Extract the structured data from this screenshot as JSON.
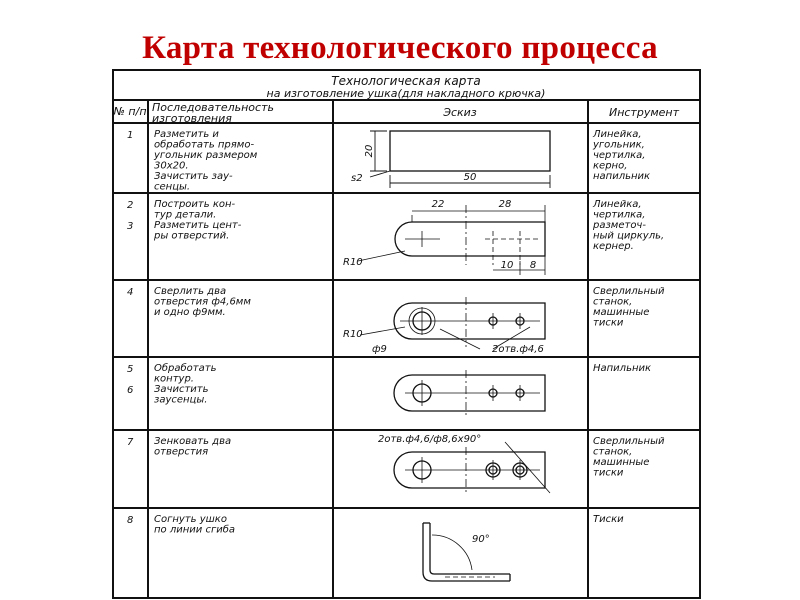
{
  "slide": {
    "title": "Карта технологического процесса"
  },
  "card": {
    "title_line1": "Технологическая карта",
    "title_line2": "на изготовление ушка(для накладного крючка)",
    "headers": {
      "num": "№ п/п",
      "ops": "Последовательность изготовления",
      "sketch": "Эскиз",
      "tools": "Инструмент"
    },
    "rows": [
      {
        "nums": [
          "1"
        ],
        "ops": [
          "Разметить и",
          "обработать прямо-",
          "угольник размером",
          "30х20.",
          "Зачистить зау-",
          "сенцы."
        ],
        "tools": [
          "Линейка,",
          "угольник,",
          "чертилка,",
          "керно,",
          "напильник"
        ]
      },
      {
        "nums": [
          "2",
          "3"
        ],
        "ops": [
          "Построить кон-",
          "тур детали.",
          "Разметить цент-",
          "ры отверстий."
        ],
        "tools": [
          "Линейка,",
          "чертилка,",
          "разметоч-",
          "ный циркуль,",
          "кернер."
        ]
      },
      {
        "nums": [
          "4"
        ],
        "ops": [
          "Сверлить два",
          "отверстия ф4,6мм",
          "и одно ф9мм."
        ],
        "tools": [
          "Сверлильный",
          "станок,",
          "машинные",
          "тиски"
        ]
      },
      {
        "nums": [
          "5",
          "6"
        ],
        "ops": [
          "Обработать",
          "контур.",
          "Зачистить",
          "заусенцы."
        ],
        "tools": [
          "Напильник"
        ]
      },
      {
        "nums": [
          "7"
        ],
        "ops": [
          "Зенковать два",
          "отверстия"
        ],
        "tools": [
          "Сверлильный",
          "станок,",
          "машинные",
          "тиски"
        ]
      },
      {
        "nums": [
          "8"
        ],
        "ops": [
          "Согнуть ушко",
          "по линии сгиба"
        ],
        "tools": [
          "Тиски"
        ]
      }
    ],
    "dims": {
      "r1_height": "20",
      "r1_thickness": "s2",
      "r1_width": "50",
      "r2_left": "22",
      "r2_right": "28",
      "r2_radius": "R10",
      "r2_a": "10",
      "r2_b": "8",
      "r4_radius": "R10",
      "r4_hole": "ф9",
      "r4_holes": "2отв.ф4,6",
      "r7_note": "2отв.ф4,6/ф8,6х90°",
      "r8_angle": "90°"
    }
  }
}
